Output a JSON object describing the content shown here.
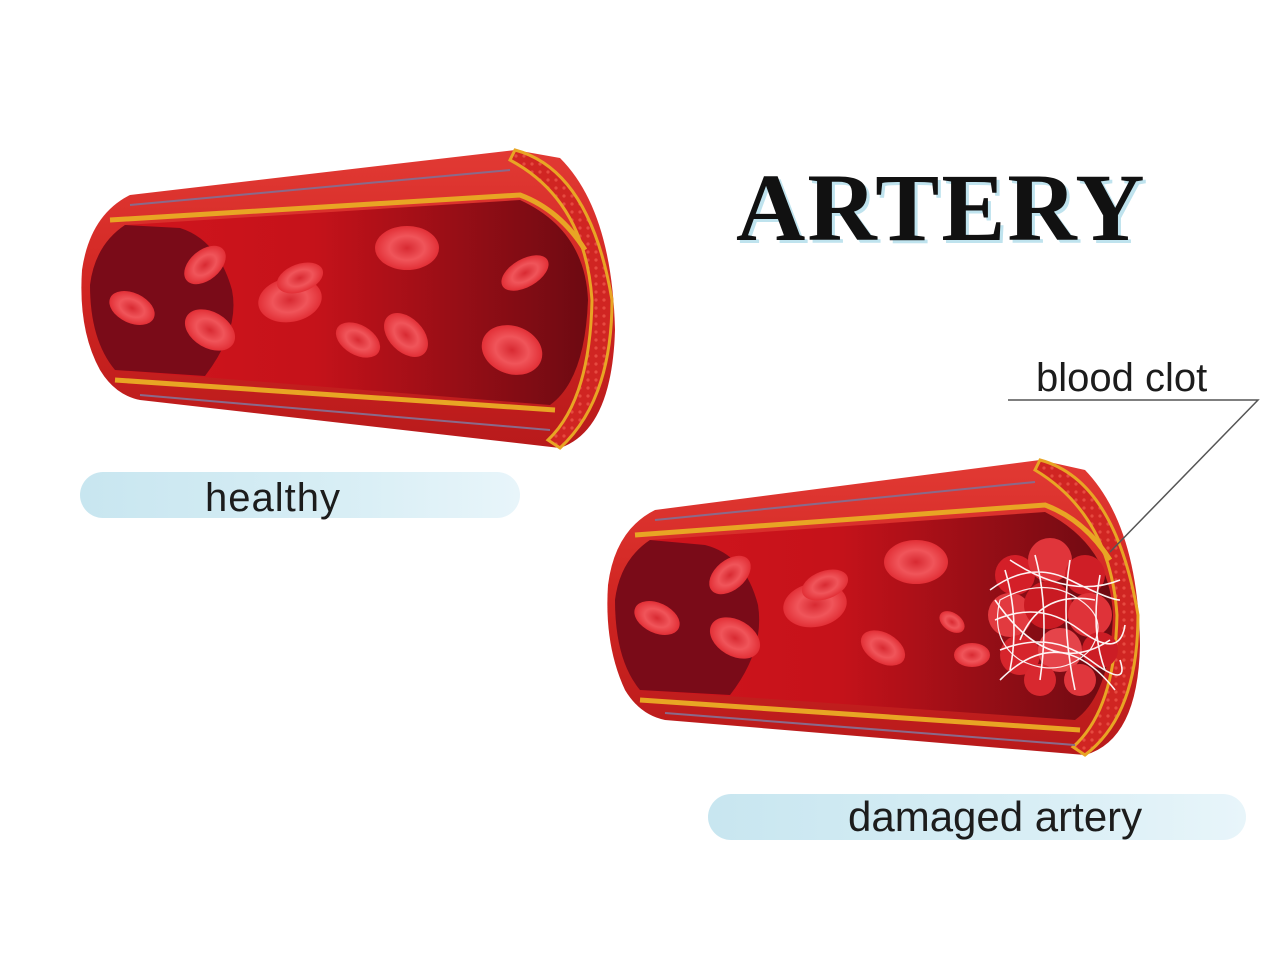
{
  "diagram": {
    "title": "ARTERY",
    "labels": {
      "healthy": "healthy",
      "damaged": "damaged artery",
      "blood_clot": "blood clot"
    },
    "colors": {
      "vessel_wall": "#d42a28",
      "lumen": "#c4161c",
      "lumen_dark": "#6e0a12",
      "blood_cell": "#e8333a",
      "fat_layer": "#e8a524",
      "label_pill": "#cfe9f2",
      "title_shadow": "#bfe3ee",
      "clot_fibrin": "#ffffff"
    }
  }
}
